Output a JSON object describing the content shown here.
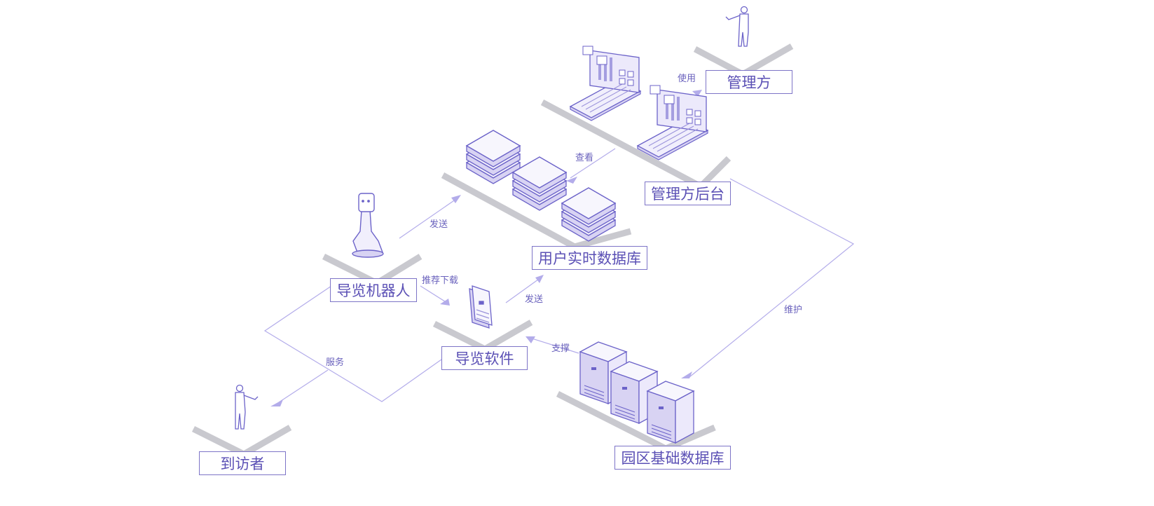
{
  "colors": {
    "stroke": "#6c63c9",
    "fill_light": "#f1effc",
    "fill_mid": "#d8d3f3",
    "platform": "#c9c9cf",
    "line": "#b3acea"
  },
  "nodes": {
    "manager": "管理方",
    "manager_backend": "管理方后台",
    "user_realtime_db": "用户实时数据库",
    "guide_robot": "导览机器人",
    "guide_software": "导览软件",
    "visitor": "到访者",
    "park_base_db": "园区基础数据库"
  },
  "edges": {
    "use": "使用",
    "view": "查看",
    "send_robot": "发送",
    "send_software": "发送",
    "recommend_download": "推荐下载",
    "support": "支撑",
    "serve": "服务",
    "maintain": "维护"
  }
}
